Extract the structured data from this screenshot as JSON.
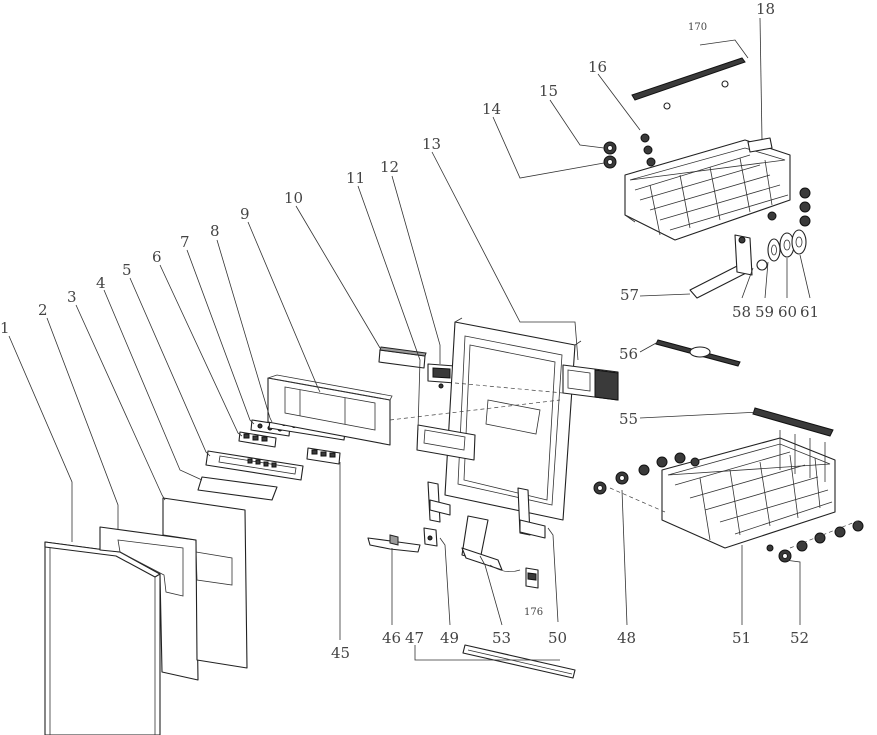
{
  "callouts": [
    {
      "id": "1",
      "label": "1"
    },
    {
      "id": "2",
      "label": "2"
    },
    {
      "id": "3",
      "label": "3"
    },
    {
      "id": "4",
      "label": "4"
    },
    {
      "id": "5",
      "label": "5"
    },
    {
      "id": "6",
      "label": "6"
    },
    {
      "id": "7",
      "label": "7"
    },
    {
      "id": "8",
      "label": "8"
    },
    {
      "id": "9",
      "label": "9"
    },
    {
      "id": "10",
      "label": "10"
    },
    {
      "id": "11",
      "label": "11"
    },
    {
      "id": "12",
      "label": "12"
    },
    {
      "id": "13",
      "label": "13"
    },
    {
      "id": "14",
      "label": "14"
    },
    {
      "id": "15",
      "label": "15"
    },
    {
      "id": "16",
      "label": "16"
    },
    {
      "id": "170",
      "label": "170"
    },
    {
      "id": "18",
      "label": "18"
    },
    {
      "id": "57",
      "label": "57"
    },
    {
      "id": "58",
      "label": "58"
    },
    {
      "id": "59",
      "label": "59"
    },
    {
      "id": "60",
      "label": "60"
    },
    {
      "id": "61",
      "label": "61"
    },
    {
      "id": "56",
      "label": "56"
    },
    {
      "id": "55",
      "label": "55"
    },
    {
      "id": "45",
      "label": "45"
    },
    {
      "id": "46",
      "label": "46"
    },
    {
      "id": "47",
      "label": "47"
    },
    {
      "id": "49",
      "label": "49"
    },
    {
      "id": "53",
      "label": "53"
    },
    {
      "id": "176",
      "label": "176"
    },
    {
      "id": "50",
      "label": "50"
    },
    {
      "id": "48",
      "label": "48"
    },
    {
      "id": "51",
      "label": "51"
    },
    {
      "id": "52",
      "label": "52"
    }
  ]
}
